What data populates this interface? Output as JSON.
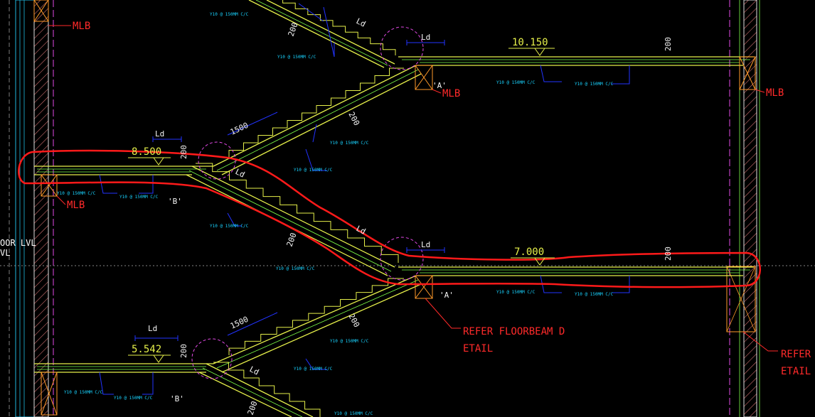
{
  "labels": {
    "mlb": "MLB",
    "floor_lvl_1": "OOR LVL",
    "floor_lvl_2": "VL",
    "ld": "Ld",
    "dim_200": "200",
    "dim_1500": "1500",
    "sect_a": "'A'",
    "sect_b": "'B'",
    "rebar": "Y10 @ 150MM C/C",
    "refer_floorbeam_1": "REFER FLOORBEAM D",
    "refer_floorbeam_2": "ETAIL",
    "refer_right_1": "REFER",
    "refer_right_2": "ETAIL"
  },
  "levels": {
    "l1": "10.150",
    "l2": "8.500",
    "l3": "7.000",
    "l4": "5.542"
  },
  "colors": {
    "background": "#000000",
    "slab": "#e6f04a",
    "rebar": "#7dff4a",
    "dimension": "#2233ff",
    "text_red": "#ff2a2a",
    "text_cyan": "#19d3ff",
    "markup_circle": "#ff1a1a",
    "callout": "#e24ae6",
    "beam": "#ff9a2a"
  }
}
